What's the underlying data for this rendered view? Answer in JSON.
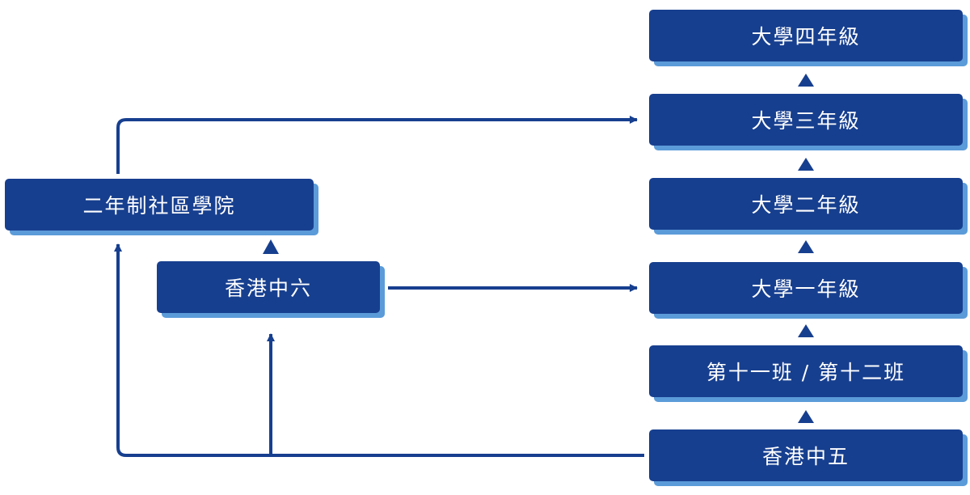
{
  "colors": {
    "box_fill": "#173f8f",
    "box_shadow": "#5b9bd9",
    "connector": "#173f8f",
    "text": "#ffffff"
  },
  "nodes": {
    "year4": "大學四年級",
    "year3": "大學三年級",
    "year2": "大學二年級",
    "year1": "大學一年級",
    "form67": "第十一班 / 第十二班",
    "form5": "香港中五",
    "form6": "香港中六",
    "college": "二年制社區學院"
  }
}
